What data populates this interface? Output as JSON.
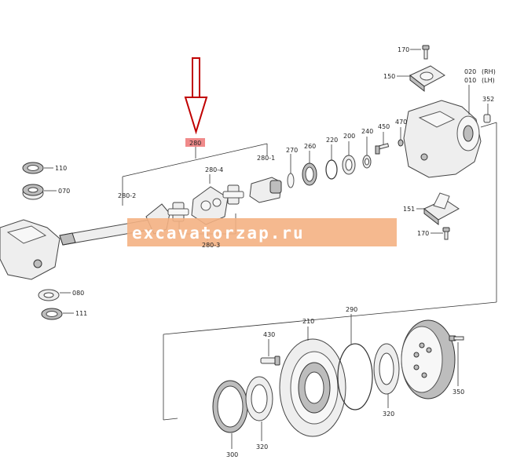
{
  "highlight": {
    "label": "280",
    "arrow_color": "#c00000",
    "box_color": "#f08a8a"
  },
  "watermark": {
    "text": "excavatorzap.ru",
    "color": "#f4b183"
  },
  "labels": {
    "l170a": "170",
    "l150": "150",
    "l020": "020",
    "l020rh": "(RH)",
    "l010": "010",
    "l010lh": "(LH)",
    "l352": "352",
    "l470": "470",
    "l450": "450",
    "l240": "240",
    "l200": "200",
    "l220": "220",
    "l260": "260",
    "l270": "270",
    "l280_1": "280-1",
    "l280_4": "280-4",
    "l280_2": "280-2",
    "l280_3": "280-3",
    "l110": "110",
    "l070": "070",
    "l151": "151",
    "l170b": "170",
    "l080": "080",
    "l111": "111",
    "l430": "430",
    "l210": "210",
    "l290": "290",
    "l350": "350",
    "l300": "300",
    "l320a": "320",
    "l320b": "320"
  }
}
